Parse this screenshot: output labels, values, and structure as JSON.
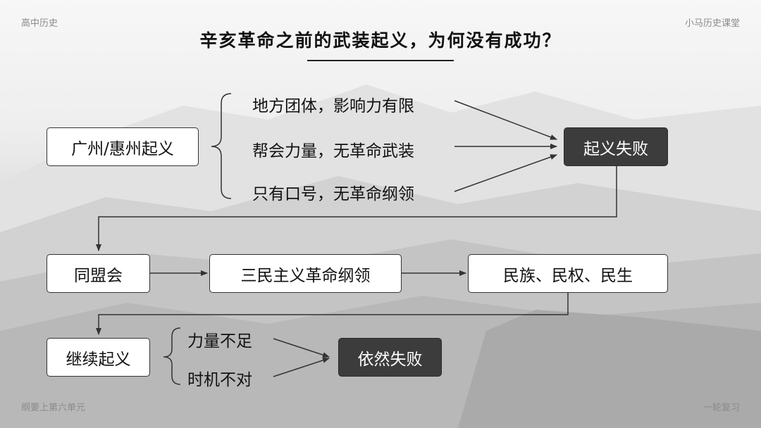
{
  "header": {
    "left_label": "高中历史",
    "right_label": "小马历史课堂",
    "title": "辛亥革命之前的武装起义，为何没有成功？"
  },
  "footer": {
    "left_label": "纲要上第六单元",
    "right_label": "一轮复习"
  },
  "row1": {
    "source": "广州/惠州起义",
    "reasons": [
      "地方团体，影响力有限",
      "帮会力量，无革命武装",
      "只有口号，无革命纲领"
    ],
    "result": "起义失败"
  },
  "row2": {
    "org": "同盟会",
    "program": "三民主义革命纲领",
    "content": "民族、民权、民生"
  },
  "row3": {
    "source": "继续起义",
    "reasons": [
      "力量不足",
      "时机不对"
    ],
    "result": "依然失败"
  }
}
